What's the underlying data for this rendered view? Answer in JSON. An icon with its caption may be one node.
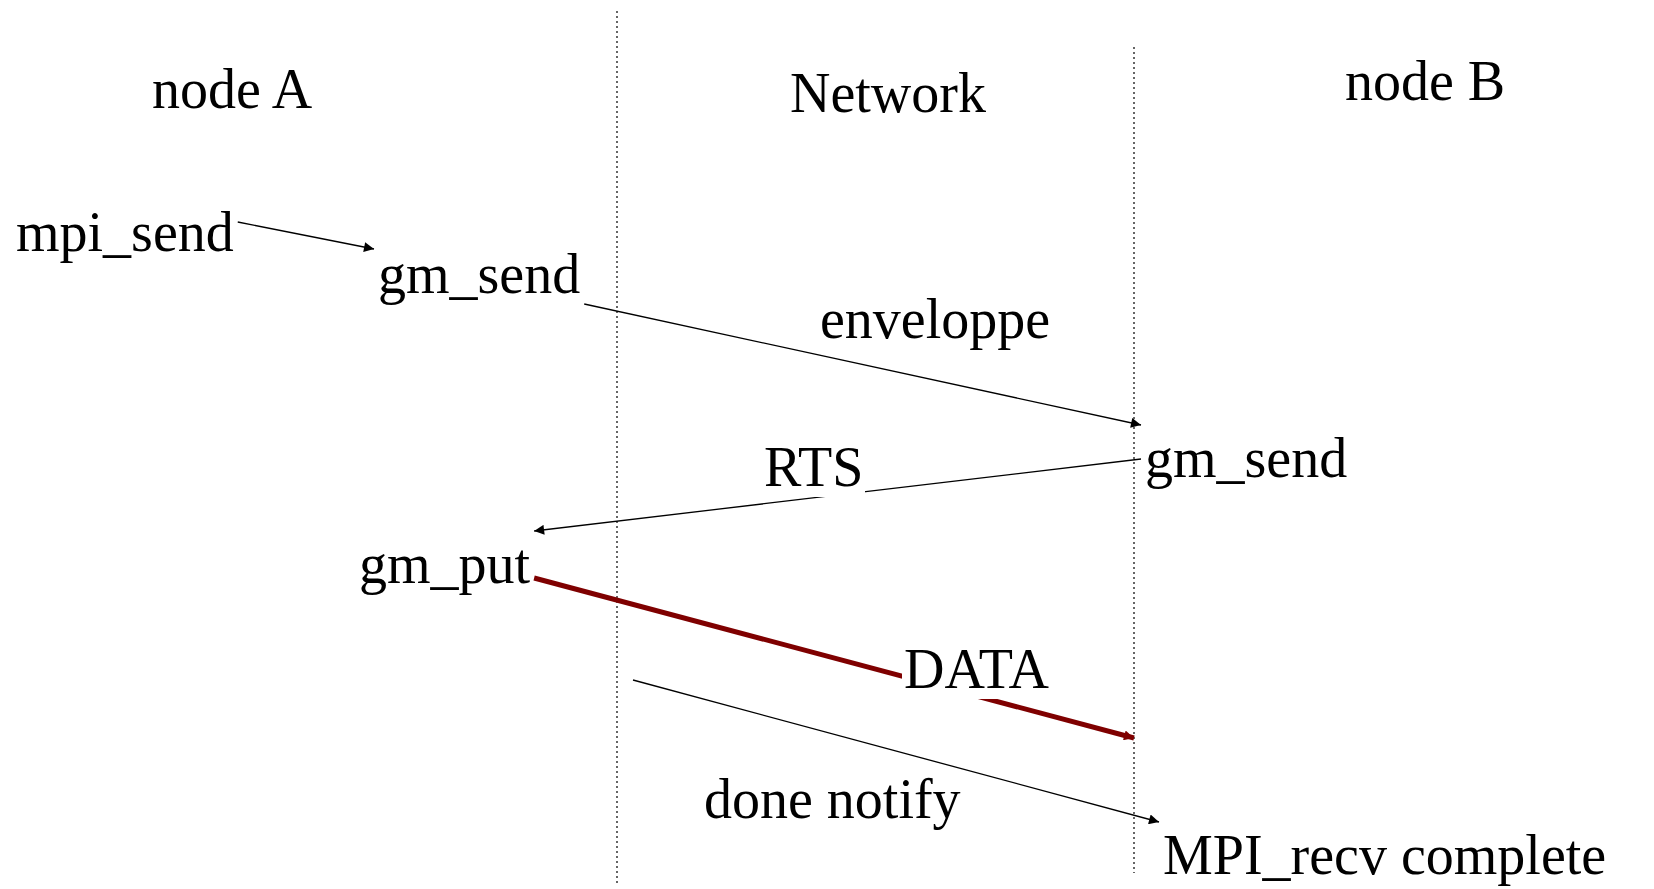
{
  "diagram": {
    "nodes": [
      {
        "text": [
          "mpi_send"
        ]
      },
      {
        "text": [
          "gm_send"
        ]
      },
      {
        "text": [
          "gm_send"
        ]
      },
      {
        "text": [
          "gm_put"
        ]
      },
      {
        "text": [
          "MPI_recv complete"
        ]
      }
    ],
    "edges": [
      {
        "from": 0,
        "to": 1,
        "arrow": "to"
      },
      {
        "from": 1,
        "to": 2,
        "arrow": "to",
        "label": "enveloppe"
      },
      {
        "from": 2,
        "to": 3,
        "arrow": "to",
        "label": "RTS"
      },
      {
        "from": 3,
        "to": null,
        "arrow": "to",
        "label": "DATA",
        "style": "thick",
        "color": "#7f0000"
      },
      {
        "from": null,
        "to": 4,
        "arrow": "to",
        "label": "done notify"
      }
    ],
    "labels": [
      "node A",
      "Network",
      "node B"
    ]
  }
}
